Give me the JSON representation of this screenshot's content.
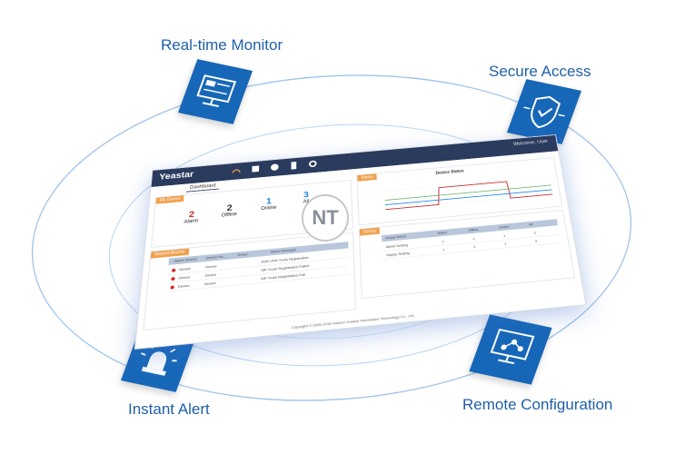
{
  "features": {
    "realtime_monitor": "Real-time Monitor",
    "secure_access": "Secure Access",
    "instant_alert": "Instant Alert",
    "remote_configuration": "Remote Configuration"
  },
  "dashboard": {
    "brand": "Yeastar",
    "user_label": "Welcome, User",
    "tab_label": "Dashboard",
    "my_device_tag": "My Device",
    "status_tag": "Status",
    "recent_alarms_tag": "Recent Alarms",
    "group_tag": "Group",
    "device_status_title": "Device Status",
    "stats": [
      {
        "value": "2",
        "label": "Alarm",
        "color": "#c62828"
      },
      {
        "value": "2",
        "label": "Offline",
        "color": "#333333"
      },
      {
        "value": "1",
        "label": "Online",
        "color": "#1e88e5"
      },
      {
        "value": "3",
        "label": "All",
        "color": "#1e88e5"
      }
    ],
    "alarm_columns": [
      "Alarm Source",
      "Device Na...",
      "Group",
      "Alarm Message"
    ],
    "alarm_rows": [
      [
        "Device",
        "Device",
        "",
        "NVR VPN Trunk Registration"
      ],
      [
        "Device",
        "Device",
        "",
        "SIP Trunk Registration Failed"
      ],
      [
        "Device",
        "Device",
        "",
        "SIP Trunk Registration Fail"
      ]
    ],
    "group_columns": [
      "Group Name",
      "Alarm",
      "Offline",
      "Online",
      "All"
    ],
    "group_rows": [
      [
        "Alpha Testing",
        "1",
        "1",
        "1",
        "3"
      ],
      [
        "Happy Testing",
        "1",
        "1",
        "1",
        "3"
      ]
    ],
    "copyright": "Copyright © 2006-2018 Xiamen Yeastar Information Technology Co., Ltd."
  },
  "watermark": "NT",
  "colors": {
    "tile": "#1767b8",
    "label": "#1f5fa8",
    "orbit": "#9fc3ea",
    "topbar": "#2a3b5e",
    "accent_tag": "#f0a04b"
  }
}
